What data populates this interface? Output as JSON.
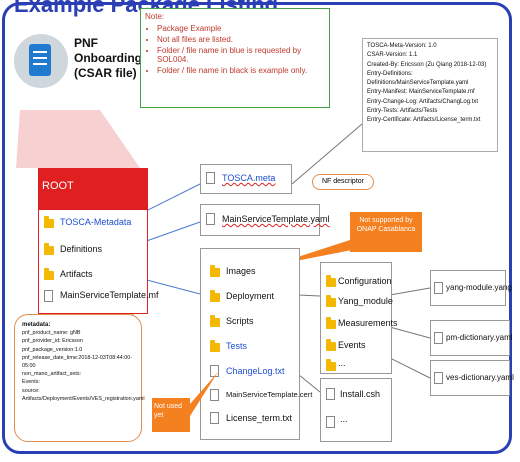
{
  "title": "Example Package Listing",
  "pnf": {
    "line1": "PNF",
    "line2": "Onboarding",
    "line3": "(CSAR file)"
  },
  "note": {
    "heading": "Note:",
    "items": [
      "Package Example",
      "Not all files are listed.",
      "Folder / file name in blue is requested by SOL004.",
      "Folder / file name in black is example only."
    ]
  },
  "tosca_meta_content": [
    "TOSCA-Meta-Version: 1.0",
    "CSAR-Version: 1.1",
    "Created-By: Ericsson (Zu Qiang 2018-12-03)",
    "Entry-Definitions:",
    "Definitions/MainServiceTemplate.yaml",
    "Entry-Manifest: MainServiceTemplate.mf",
    "Entry-Change-Log: Artifacts/ChangLog.txt",
    "Entry-Tests: Artifacts/Tests",
    "Entry-Certificate: Artifacts/License_term.txt"
  ],
  "root": {
    "label": "ROOT",
    "items": [
      "TOSCA-Metadata",
      "Definitions",
      "Artifacts",
      "MainServiceTemplate.mf"
    ]
  },
  "tosca_meta_file": "TOSCA.meta",
  "nf_descriptor_label": "NF descriptor",
  "main_service_template_yaml": "MainServiceTemplate.yaml",
  "not_supported": "Not supported by ONAP Casablanca",
  "artifacts_items": [
    "Images",
    "Deployment",
    "Scripts",
    "Tests",
    "ChangeLog.txt",
    "MainServiceTemplate.cert",
    "License_term.txt"
  ],
  "not_used": "Not used yet",
  "deployment_items": [
    "Configuration",
    "Yang_module",
    "Measurements",
    "Events",
    "..."
  ],
  "scripts_items": [
    "Install.csh",
    "..."
  ],
  "yang_file": "yang-module.yang",
  "pm_file": "pm-dictionary.yaml",
  "ves_file": "ves-dictionary.yaml",
  "metadata": {
    "heading": "metadata:",
    "lines": [
      "pnf_product_name: gNB",
      "pnf_provider_id: Ericsson",
      "pnf_package_version:1.0",
      "pnf_release_date_time:2018-12-03T08:44:00-05:00",
      "non_mano_artifact_sets:",
      "Events:",
      "source:",
      "Artifacts/Deployment/Events/VES_registration.yaml"
    ]
  }
}
